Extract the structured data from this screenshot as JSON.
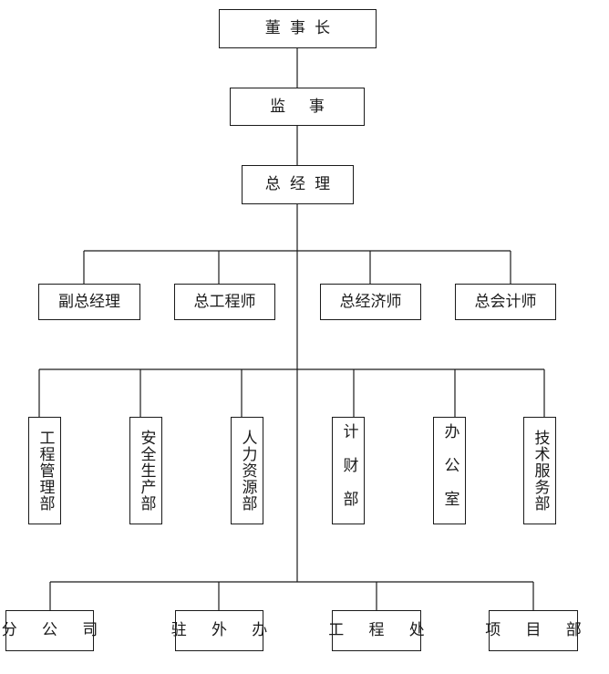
{
  "org_chart": {
    "top": [
      {
        "key": "chairman",
        "label": "董事长"
      },
      {
        "key": "supervisor",
        "label": "监 事"
      },
      {
        "key": "general-manager",
        "label": "总经理"
      }
    ],
    "executives": [
      {
        "key": "deputy-gm",
        "label": "副总经理"
      },
      {
        "key": "chief-engineer",
        "label": "总工程师"
      },
      {
        "key": "chief-economist",
        "label": "总经济师"
      },
      {
        "key": "chief-accountant",
        "label": "总会计师"
      }
    ],
    "departments": [
      {
        "key": "engineering-mgmt",
        "label": "工程管理部"
      },
      {
        "key": "safety-production",
        "label": "安全生产部"
      },
      {
        "key": "human-resources",
        "label": "人力资源部"
      },
      {
        "key": "finance",
        "label": "计财部"
      },
      {
        "key": "office",
        "label": "办公室"
      },
      {
        "key": "technical-services",
        "label": "技术服务部"
      }
    ],
    "units": [
      {
        "key": "branch",
        "label": "分公司"
      },
      {
        "key": "field-office",
        "label": "驻外办"
      },
      {
        "key": "engineering-division",
        "label": "工程处"
      },
      {
        "key": "project-dept",
        "label": "项目部"
      }
    ]
  }
}
